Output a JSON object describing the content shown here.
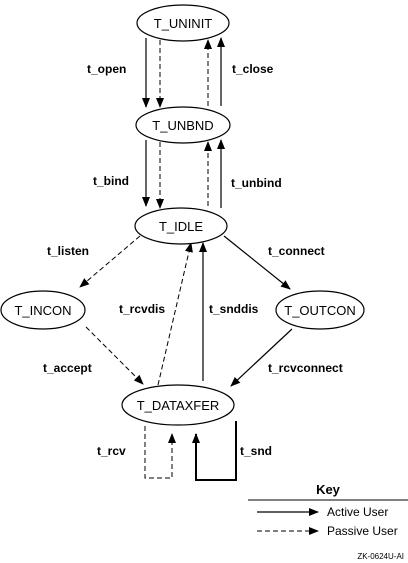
{
  "states": {
    "uninit": "T_UNINIT",
    "unbnd": "T_UNBND",
    "idle": "T_IDLE",
    "incon": "T_INCON",
    "outcon": "T_OUTCON",
    "dataxfer": "T_DATAXFER"
  },
  "transitions": {
    "open": "t_open",
    "close": "t_close",
    "bind": "t_bind",
    "unbind": "t_unbind",
    "listen": "t_listen",
    "connect": "t_connect",
    "rcvdis": "t_rcvdis",
    "snddis": "t_snddis",
    "accept": "t_accept",
    "rcvconnect": "t_rcvconnect",
    "rcv": "t_rcv",
    "snd": "t_snd"
  },
  "key": {
    "title": "Key",
    "active": "Active User",
    "passive": "Passive User"
  },
  "figure_id": "ZK-0624U-AI"
}
